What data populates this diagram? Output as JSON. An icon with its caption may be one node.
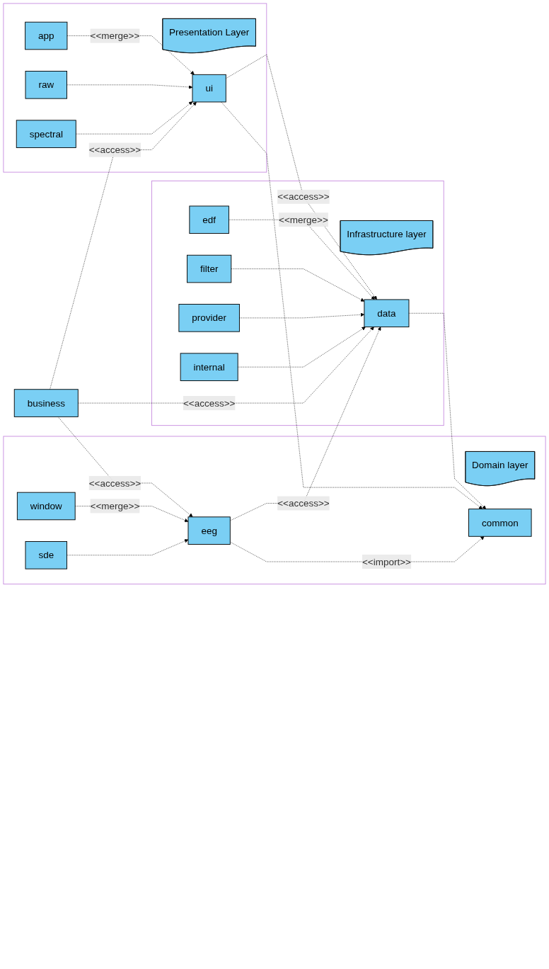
{
  "diagram": {
    "nodes": [
      {
        "text": [],
        "shape": "box"
      },
      {
        "text": [
          "Domain layer"
        ],
        "in": 0
      },
      {
        "text": [
          "eeg"
        ],
        "in": 0
      },
      {
        "text": [
          "window"
        ],
        "in": 0
      },
      {
        "text": [
          "sde"
        ],
        "in": 0
      },
      {
        "text": [
          "common"
        ],
        "in": 0
      },
      {
        "text": [
          "business"
        ]
      },
      {
        "text": [],
        "shape": "box"
      },
      {
        "text": [
          "Infrastructure layer"
        ],
        "in": 7
      },
      {
        "text": [
          "data"
        ],
        "in": 7
      },
      {
        "text": [
          "edf"
        ],
        "in": 7
      },
      {
        "text": [
          "filter"
        ],
        "in": 7
      },
      {
        "text": [
          "provider"
        ],
        "in": 7
      },
      {
        "text": [
          "internal"
        ],
        "in": 7
      },
      {
        "text": [],
        "shape": "box"
      },
      {
        "text": [
          "Presentation Layer"
        ],
        "in": 14
      },
      {
        "text": [
          "ui"
        ],
        "in": 14
      },
      {
        "text": [
          "app"
        ],
        "in": 14
      },
      {
        "text": [
          "raw"
        ],
        "in": 14
      },
      {
        "text": [
          "spectral"
        ],
        "in": 14
      }
    ],
    "edges": [
      {
        "from": 6,
        "to": 9,
        "arrow": "to",
        "label": "<<access>>",
        "style": "dashed"
      },
      {
        "from": 6,
        "to": 2,
        "arrow": "to",
        "label": "<<access>>",
        "style": "dashed"
      },
      {
        "from": 6,
        "to": 16,
        "arrow": "to",
        "label": "<<access>>",
        "style": "dashed"
      },
      {
        "from": 2,
        "to": 9,
        "arrow": "to",
        "label": "<<access>>",
        "style": "dashed"
      },
      {
        "from": 16,
        "to": 9,
        "arrow": "to",
        "label": "<<access>>",
        "style": "dashed"
      },
      {
        "from": 2,
        "to": 5,
        "arrow": "to",
        "label": "<<import>>",
        "style": "dashed"
      },
      {
        "from": 9,
        "to": 5,
        "arrow": "to",
        "style": "dashed"
      },
      {
        "from": 16,
        "to": 5,
        "arrow": "to",
        "style": "dashed"
      },
      {
        "from": 3,
        "to": 2,
        "arrow": "to",
        "label": "<<merge>>",
        "style": "dashed"
      },
      {
        "from": 4,
        "to": 2,
        "arrow": "to",
        "style": "dashed"
      },
      {
        "from": 10,
        "to": 9,
        "arrow": "to",
        "label": "<<merge>>",
        "style": "dashed"
      },
      {
        "from": 11,
        "to": 9,
        "arrow": "to",
        "style": "dashed"
      },
      {
        "from": 12,
        "to": 9,
        "arrow": "to",
        "style": "dashed"
      },
      {
        "from": 13,
        "to": 9,
        "arrow": "to",
        "style": "dashed"
      },
      {
        "from": 17,
        "to": 16,
        "arrow": "to",
        "label": "<<merge>>",
        "style": "dashed"
      },
      {
        "from": 18,
        "to": 16,
        "arrow": "to",
        "style": "dashed"
      },
      {
        "from": 19,
        "to": 16,
        "arrow": "to",
        "style": "dashed"
      }
    ]
  }
}
